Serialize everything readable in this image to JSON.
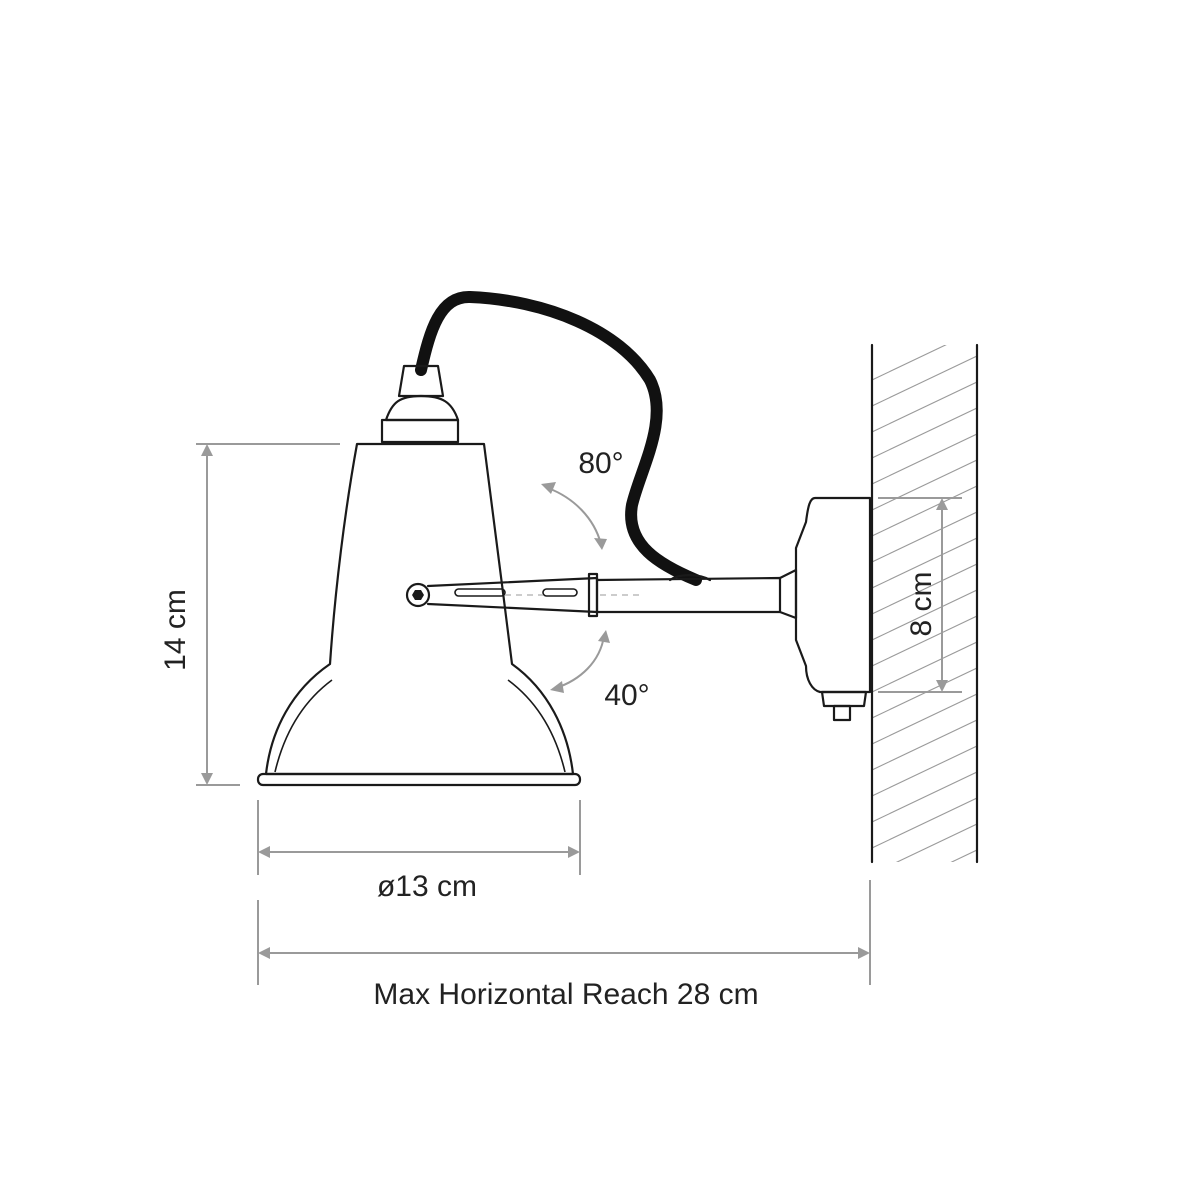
{
  "labels": {
    "height": "14 cm",
    "diameter": "ø13 cm",
    "reach": "Max Horizontal Reach 28 cm",
    "backplate": "8 cm",
    "tilt_up": "80°",
    "tilt_down": "40°"
  },
  "colors": {
    "outline": "#1a1a1a",
    "dimension": "#9a9a9a",
    "cable": "#111111"
  }
}
